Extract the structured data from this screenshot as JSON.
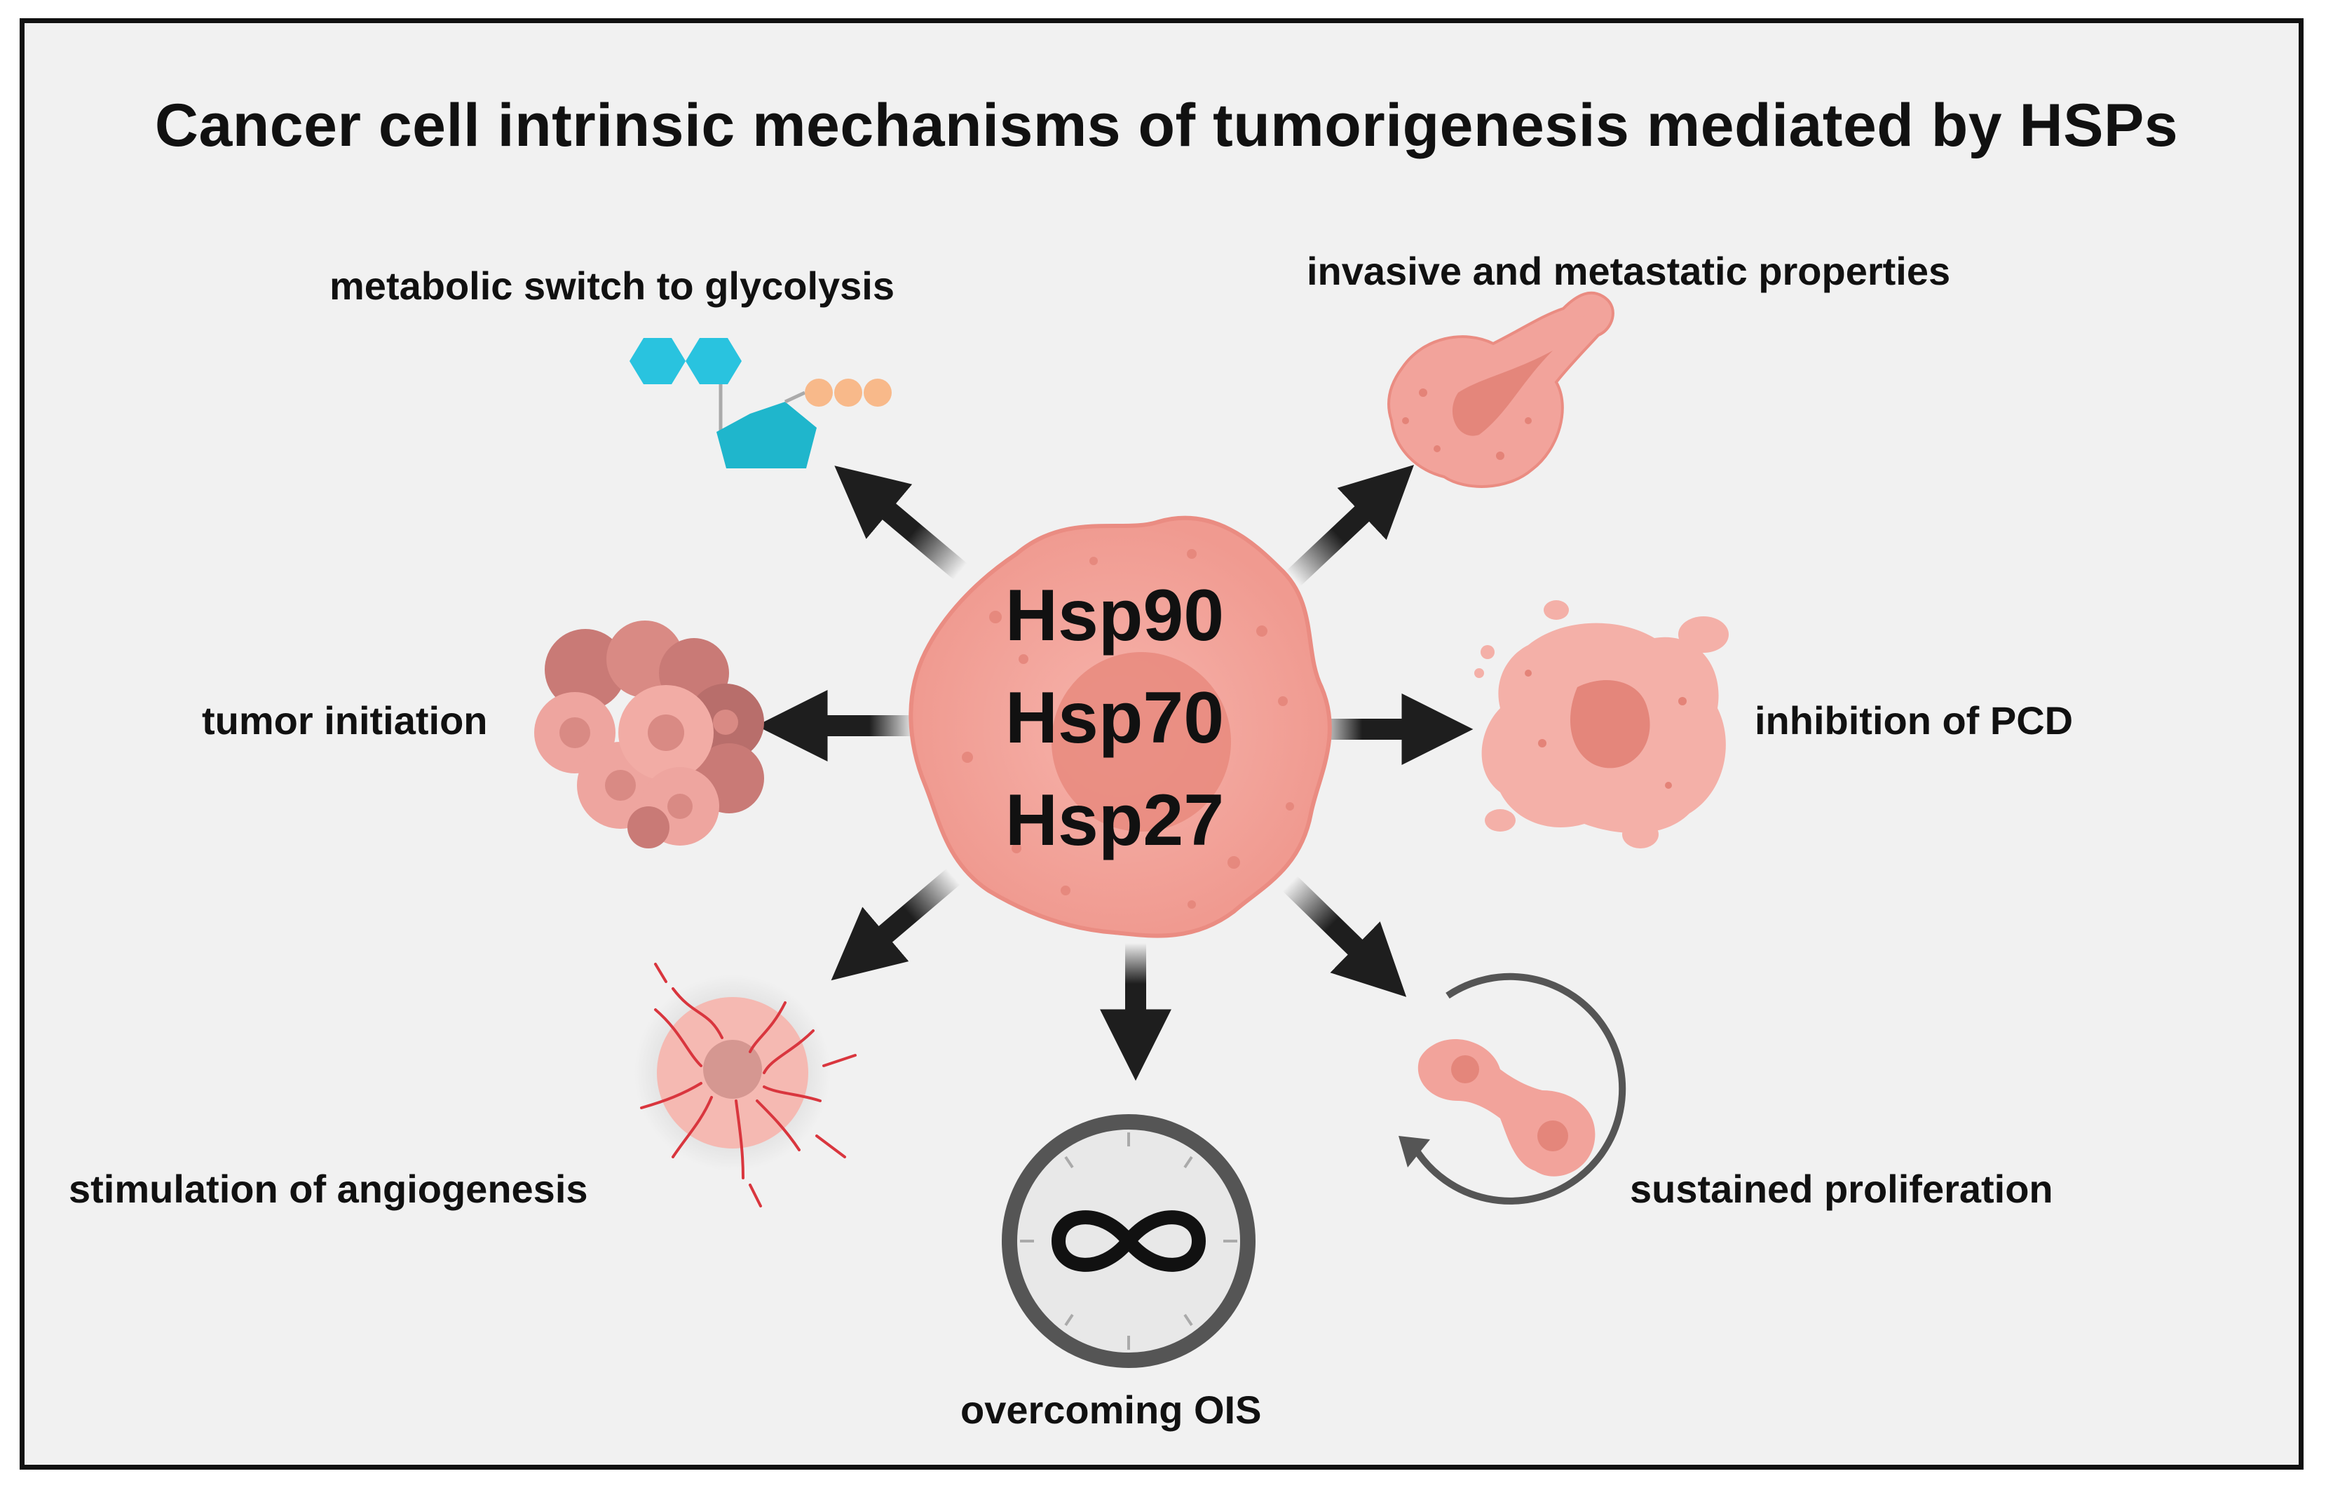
{
  "title": "Cancer cell intrinsic mechanisms of tumorigenesis mediated by HSPs",
  "center_proteins": [
    "Hsp90",
    "Hsp70",
    "Hsp27"
  ],
  "mechanisms": {
    "metabolic": "metabolic switch to glycolysis",
    "invasive": "invasive and metastatic properties",
    "tumor_initiation": "tumor initiation",
    "pcd": "inhibition of PCD",
    "angiogenesis": "stimulation of angiogenesis",
    "ois": "overcoming OIS",
    "proliferation": "sustained proliferation"
  },
  "colors": {
    "cell_fill": "#f2a39b",
    "cell_nucleus": "#e4867b",
    "arrow": "#1e1e1e",
    "molecule_teal": "#29c3df",
    "molecule_orange": "#f8b98a",
    "vessel_red": "#d9363e",
    "clock_ring": "#555555"
  },
  "icons": [
    "glucose-molecule-icon",
    "metastatic-cell-icon",
    "tumor-cluster-icon",
    "apoptotic-cell-icon",
    "angiogenic-tumor-icon",
    "infinity-clock-icon",
    "dividing-cell-icon"
  ]
}
